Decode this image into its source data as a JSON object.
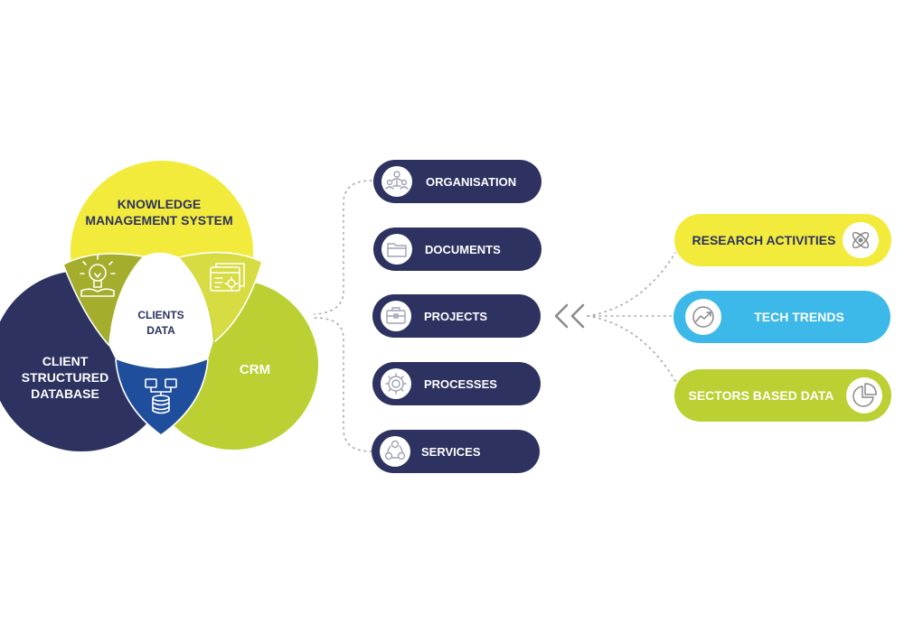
{
  "colors": {
    "navy": "#2d3261",
    "yellow": "#f2eb3b",
    "lime": "#bccf33",
    "olive": "#a4ae2c",
    "pale_lime": "#d6dc42",
    "blue": "#1f4f9c",
    "sky": "#3cb9e8",
    "white": "#ffffff"
  },
  "venn": {
    "kms_line1": "KNOWLEDGE",
    "kms_line2": "MANAGEMENT SYSTEM",
    "csd_line1": "CLIENT",
    "csd_line2": "STRUCTURED",
    "csd_line3": "DATABASE",
    "crm": "CRM",
    "center_line1": "CLIENTS",
    "center_line2": "DATA",
    "icons": [
      "lightbulb-book-icon",
      "browser-gear-icon",
      "database-network-icon"
    ]
  },
  "categories": [
    {
      "label": "ORGANISATION",
      "icon": "people-hierarchy-icon"
    },
    {
      "label": "DOCUMENTS",
      "icon": "folder-icon"
    },
    {
      "label": "PROJECTS",
      "icon": "briefcase-icon"
    },
    {
      "label": "PROCESSES",
      "icon": "gear-icon"
    },
    {
      "label": "SERVICES",
      "icon": "service-cycle-icon"
    }
  ],
  "arrow": {
    "icon": "double-chevron-left-icon"
  },
  "sources": [
    {
      "label": "RESEARCH ACTIVITIES",
      "icon": "atom-icon",
      "color": "#f2eb3b"
    },
    {
      "label": "TECH TRENDS",
      "icon": "trend-line-icon",
      "color": "#3cb9e8"
    },
    {
      "label": "SECTORS BASED DATA",
      "icon": "pie-chart-icon",
      "color": "#bccf33"
    }
  ]
}
